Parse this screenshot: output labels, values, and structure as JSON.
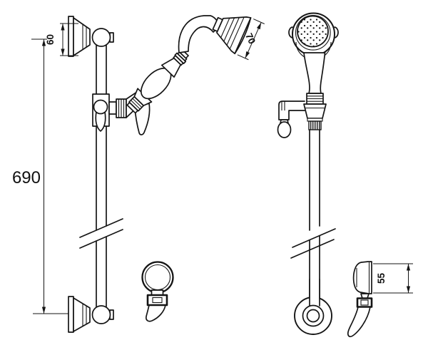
{
  "drawing": {
    "dimensions": {
      "bracket_height": "60",
      "rail_length": "690",
      "head_face_diameter": "70",
      "head_side_height": "55"
    },
    "colors": {
      "line": "#151515",
      "background": "#ffffff"
    }
  }
}
